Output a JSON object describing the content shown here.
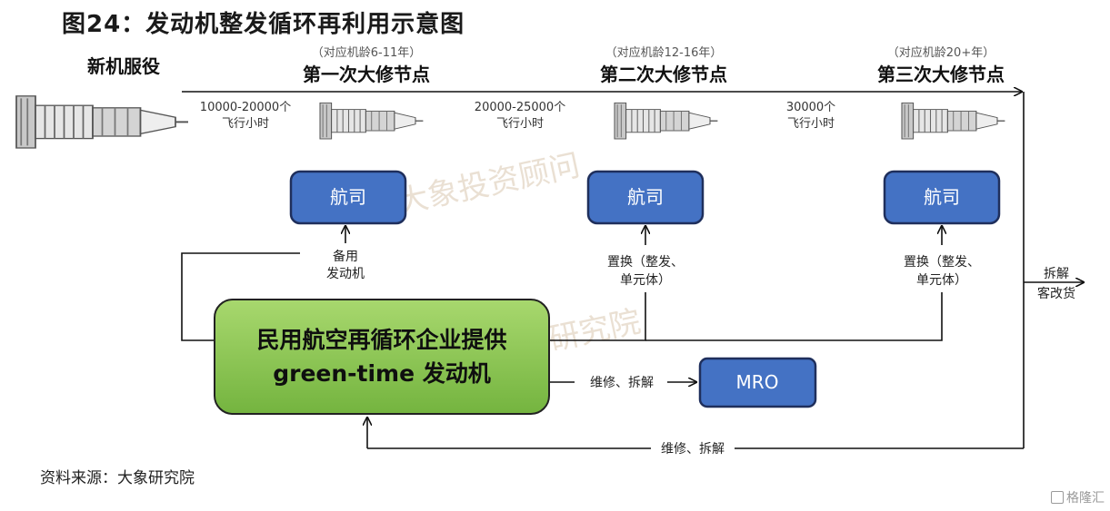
{
  "title": "图24：发动机整发循环再利用示意图",
  "new_service": "新机服役",
  "nodes": [
    {
      "sub": "（对应机龄6-11年）",
      "title": "第一次大修节点"
    },
    {
      "sub": "（对应机龄12-16年）",
      "title": "第二次大修节点"
    },
    {
      "sub": "（对应机龄20+年）",
      "title": "第三次大修节点"
    }
  ],
  "hours": [
    {
      "line1": "10000-20000个",
      "line2": "飞行小时"
    },
    {
      "line1": "20000-25000个",
      "line2": "飞行小时"
    },
    {
      "line1": "30000个",
      "line2": "飞行小时"
    }
  ],
  "airline_label": "航司",
  "spare_engine": {
    "line1": "备用",
    "line2": "发动机"
  },
  "replace": {
    "line1": "置换（整发、",
    "line2": "单元体）"
  },
  "dismantle": {
    "line1": "拆解",
    "line2": "客改货"
  },
  "center": {
    "line1": "民用航空再循环企业提供",
    "line2": "green-time 发动机"
  },
  "mro_label": "MRO",
  "maint_label": "维修、拆解",
  "watermark": "大象投资顾问",
  "watermark2": "大象研究院",
  "source": "资料来源：大象研究院",
  "brand": "格隆汇",
  "colors": {
    "airline_fill": "#4472C4",
    "center_fill": "#8cc954"
  },
  "icons": [
    "jet-engine-icon"
  ]
}
